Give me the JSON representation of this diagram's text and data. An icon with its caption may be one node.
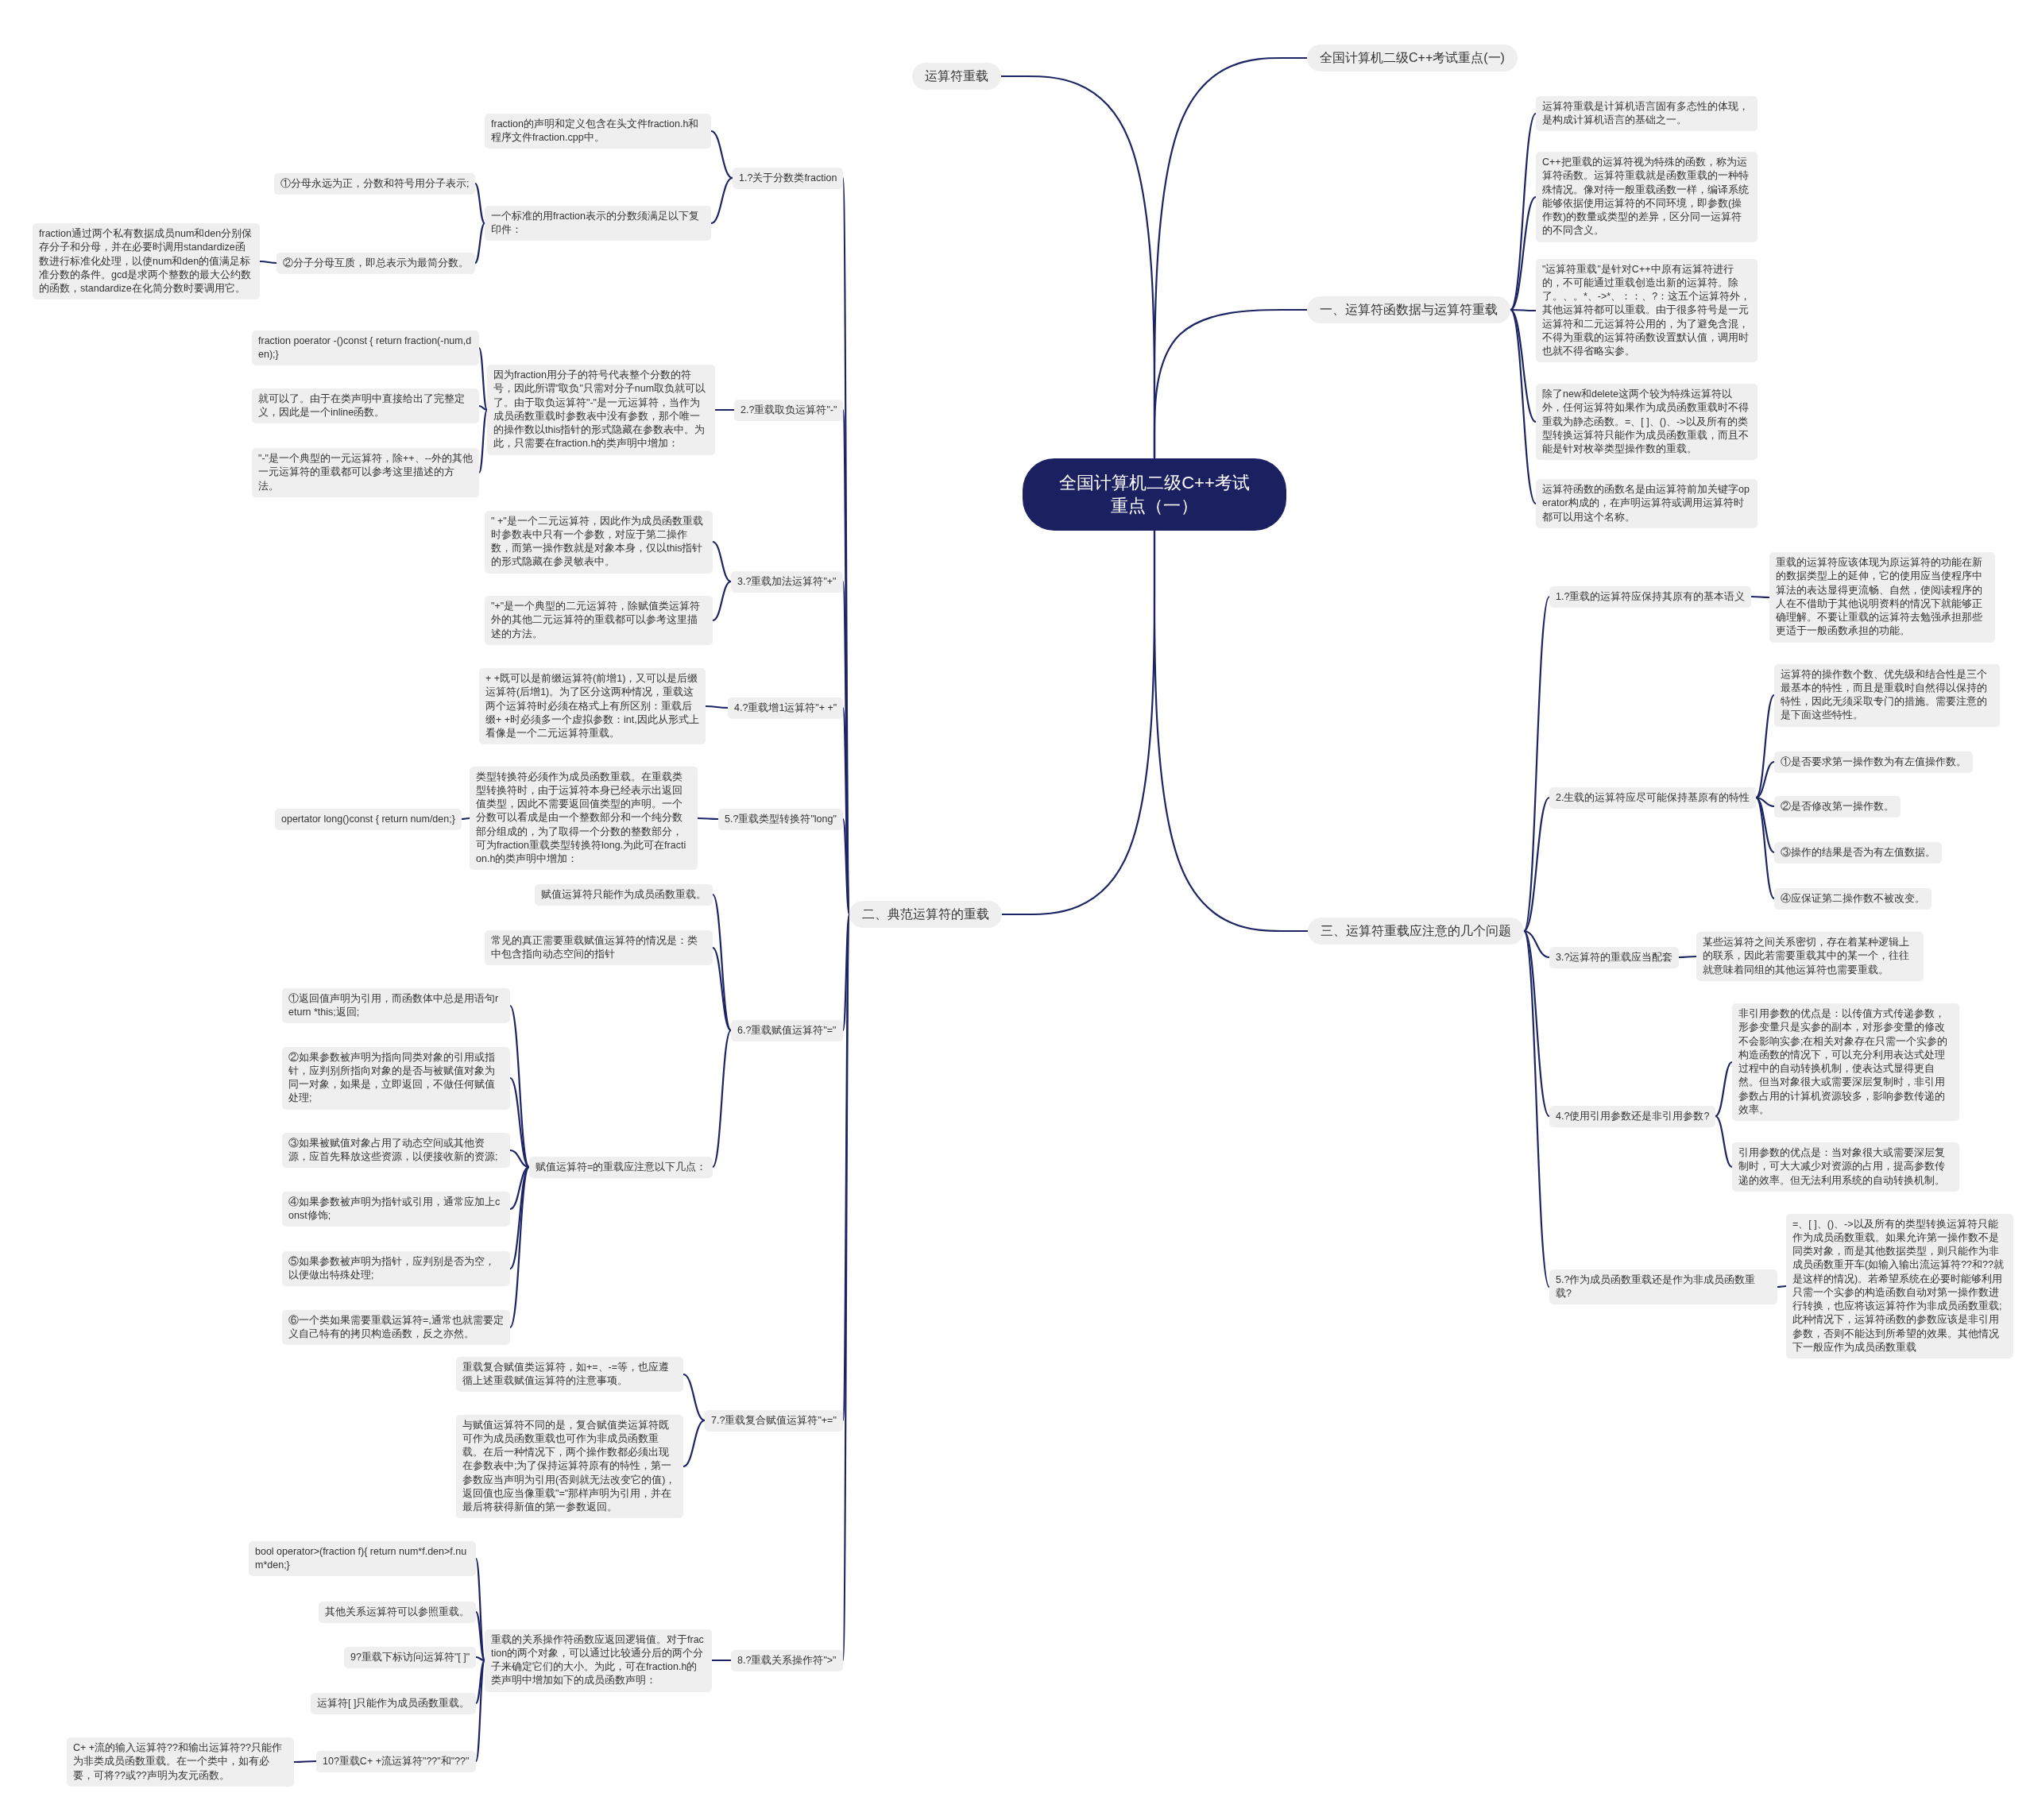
{
  "diagram": {
    "nodes": [
      {
        "text": [
          "全国计算机二级C++考试重点（一）"
        ]
      },
      {
        "text": [
          "运算符重载"
        ]
      },
      {
        "text": [
          "全国计算机二级C++考试重点(一)"
        ]
      },
      {
        "text": [
          "一、运算符函数据与运算符重载"
        ]
      },
      {
        "text": [
          "运算符重载是计算机语言固有多态性的体现，是构成计算机语言的基础之一。"
        ]
      },
      {
        "text": [
          "C++把重载的运算符视为特殊的函数，称为运算符函数。运算符重载就是函数重载的一种特殊情况。像对待一般重载函数一样，编译系统能够依据使用运算符的不同环境，即参数(操作数)的数量或类型的差异，区分同一运算符的不同含义。"
        ]
      },
      {
        "text": [
          "\"运算符重载\"是针对C++中原有运算符进行的，不可能通过重载创造出新的运算符。除了。、。*、->*、：：、?：这五个运算符外，其他运算符都可以重载。由于很多符号是一元运算符和二元运算符公用的，为了避免含混，不得为重载的运算符函数设置默认值，调用时也就不得省略实参。"
        ]
      },
      {
        "text": [
          "除了new和delete这两个较为特殊运算符以外，任何运算符如果作为成员函数重载时不得重载为静态函数。=、[ ]、()、->以及所有的类型转换运算符只能作为成员函数重载，而且不能是针对枚举类型操作数的重载。"
        ]
      },
      {
        "text": [
          "运算符函数的函数名是由运算符前加关键字operator构成的，在声明运算符或调用运算符时都可以用这个名称。"
        ]
      },
      {
        "text": [
          "三、运算符重载应注意的几个问题"
        ]
      },
      {
        "text": [
          "1.?重载的运算符应保持其原有的基本语义"
        ]
      },
      {
        "text": [
          "重载的运算符应该体现为原运算符的功能在新的数据类型上的延伸，它的使用应当使程序中算法的表达显得更流畅、自然，使阅读程序的人在不借助于其他说明资料的情况下就能够正确理解。不要让重载的运算符去勉强承担那些更适于一般函数承担的功能。"
        ]
      },
      {
        "text": [
          "2.生载的运算符应尽可能保持基原有的特性"
        ]
      },
      {
        "text": [
          "运算符的操作数个数、优先级和结合性是三个最基本的特性，而且是重载时自然得以保持的特性，因此无须采取专门的措施。需要注意的是下面这些特性。"
        ]
      },
      {
        "text": [
          "①是否要求第一操作数为有左值操作数。"
        ]
      },
      {
        "text": [
          "②是否修改第一操作数。"
        ]
      },
      {
        "text": [
          "③操作的结果是否为有左值数据。"
        ]
      },
      {
        "text": [
          "④应保证第二操作数不被改变。"
        ]
      },
      {
        "text": [
          "3.?运算符的重载应当配套"
        ]
      },
      {
        "text": [
          "某些运算符之间关系密切，存在着某种逻辑上的联系，因此若需要重载其中的某一个，往往就意味着同组的其他运算符也需要重载。"
        ]
      },
      {
        "text": [
          "4.?使用引用参数还是非引用参数?"
        ]
      },
      {
        "text": [
          "非引用参数的优点是：以传值方式传递参数，形参变量只是实参的副本，对形参变量的修改不会影响实参;在相关对象存在只需一个实参的构造函数的情况下，可以充分利用表达式处理过程中的自动转换机制，使表达式显得更自然。但当对象很大或需要深层复制时，非引用参数占用的计算机资源较多，影响参数传递的效率。"
        ]
      },
      {
        "text": [
          "引用参数的优点是：当对象很大或需要深层复制时，可大大减少对资源的占用，提高参数传递的效率。但无法利用系统的自动转换机制。"
        ]
      },
      {
        "text": [
          "5.?作为成员函数重载还是作为非成员函数重载?"
        ]
      },
      {
        "text": [
          "=、[ ]、()、->以及所有的类型转换运算符只能作为成员函数重载。如果允许第一操作数不是同类对象，而是其他数据类型，则只能作为非成员函数重开车(如输入输出流运算符??和??就是这样的情况)。若希望系统在必要时能够利用只需一个实参的构造函数自动对第一操作数进行转换，也应将该运算符作为非成员函数重载;此种情况下，运算符函数的参数应该是非引用参数，否则不能达到所希望的效果。其他情况下一般应作为成员函数重载"
        ]
      },
      {
        "text": [
          "二、典范运算符的重载"
        ]
      },
      {
        "text": [
          "1.?关于分数类fraction"
        ]
      },
      {
        "text": [
          "fraction的声明和定义包含在头文件fraction.h和程序文件fraction.cpp中。"
        ]
      },
      {
        "text": [
          "一个标准的用fraction表示的分数须满足以下复印件："
        ]
      },
      {
        "text": [
          "①分母永远为正，分数和符号用分子表示;"
        ]
      },
      {
        "text": [
          "②分子分母互质，即总表示为最简分数。"
        ]
      },
      {
        "text": [
          "fraction通过两个私有数据成员num和den分别保存分子和分母，并在必要时调用standardize函数进行标准化处理，以使num和den的值满足标准分数的条件。gcd是求两个整数的最大公约数的函数，standardize在化简分数时要调用它。"
        ]
      },
      {
        "text": [
          "2.?重载取负运算符\"-\""
        ]
      },
      {
        "text": [
          "因为fraction用分子的符号代表整个分数的符号，因此所谓\"取负\"只需对分子num取负就可以了。由于取负运算符\"-\"是一元运算符，当作为成员函数重载时参数表中没有参数，那个唯一的操作数以this指针的形式隐藏在参数表中。为此，只需要在fraction.h的类声明中增加："
        ]
      },
      {
        "text": [
          "fraction poerator -()const { return fraction(-num,den);}"
        ]
      },
      {
        "text": [
          "就可以了。由于在类声明中直接给出了完整定义，因此是一个inline函数。"
        ]
      },
      {
        "text": [
          "\"-\"是一个典型的一元运算符，除++、--外的其他一元运算符的重载都可以参考这里描述的方法。"
        ]
      },
      {
        "text": [
          "3.?重载加法运算符\"+\""
        ]
      },
      {
        "text": [
          "\" +\"是一个二元运算符，因此作为成员函数重载时参数表中只有一个参数，对应于第二操作数，而第一操作数就是对象本身，仅以this指针的形式隐藏在参灵敏表中。"
        ]
      },
      {
        "text": [
          "\"+\"是一个典型的二元运算符，除赋值类运算符外的其他二元运算符的重载都可以参考这里描述的方法。"
        ]
      },
      {
        "text": [
          "4.?重载增1运算符\"+ +\""
        ]
      },
      {
        "text": [
          "+ +既可以是前缀运算符(前增1)，又可以是后缀运算符(后增1)。为了区分这两种情况，重载这两个运算符时必须在格式上有所区别：重载后缀+ +时必须多一个虚拟参数：int,因此从形式上看像是一个二元运算符重载。"
        ]
      },
      {
        "text": [
          "5.?重载类型转换符\"long\""
        ]
      },
      {
        "text": [
          "类型转换符必须作为成员函数重载。在重载类型转换符时，由于运算符本身已经表示出返回值类型，因此不需要返回值类型的声明。一个分数可以看成是由一个整数部分和一个纯分数部分组成的，为了取得一个分数的整数部分，可为fraction重载类型转换符long.为此可在fraction.h的类声明中增加："
        ]
      },
      {
        "text": [
          "opertator long()const { return num/den;}"
        ]
      },
      {
        "text": [
          "6.?重载赋值运算符\"=\""
        ]
      },
      {
        "text": [
          "赋值运算符只能作为成员函数重载。"
        ]
      },
      {
        "text": [
          "常见的真正需要重载赋值运算符的情况是：类中包含指向动态空间的指针"
        ]
      },
      {
        "text": [
          "赋值运算符=的重载应注意以下几点："
        ]
      },
      {
        "text": [
          "①返回值声明为引用，而函数体中总是用语句return *this;返回;"
        ]
      },
      {
        "text": [
          "②如果参数被声明为指向同类对象的引用或指针，应判别所指向对象的是否与被赋值对象为同一对象，如果是，立即返回，不做任何赋值处理;"
        ]
      },
      {
        "text": [
          "③如果被赋值对象占用了动态空间或其他资源，应首先释放这些资源，以便接收新的资源;"
        ]
      },
      {
        "text": [
          "④如果参数被声明为指针或引用，通常应加上const修饰;"
        ]
      },
      {
        "text": [
          "⑤如果参数被声明为指针，应判别是否为空，以便做出特殊处理;"
        ]
      },
      {
        "text": [
          "⑥一个类如果需要重载运算符=,通常也就需要定义自己特有的拷贝构造函数，反之亦然。"
        ]
      },
      {
        "text": [
          "7.?重载复合赋值运算符\"+=\""
        ]
      },
      {
        "text": [
          "重载复合赋值类运算符，如+=、-=等，也应遵循上述重载赋值运算符的注意事项。"
        ]
      },
      {
        "text": [
          "与赋值运算符不同的是，复合赋值类运算符既可作为成员函数重载也可作为非成员函数重载。在后一种情况下，两个操作数都必须出现在参数表中;为了保持运算符原有的特性，第一参数应当声明为引用(否则就无法改变它的值)，返回值也应当像重载\"=\"那样声明为引用，并在最后将获得新值的第一参数返回。"
        ]
      },
      {
        "text": [
          "8.?重载关系操作符\">\""
        ]
      },
      {
        "text": [
          "重载的关系操作符函数应返回逻辑值。对于fraction的两个对象，可以通过比较通分后的两个分子来确定它们的大小。为此，可在fraction.h的类声明中增加如下的成员函数声明："
        ]
      },
      {
        "text": [
          "bool operator>(fraction f){ return num*f.den>f.num*den;}"
        ]
      },
      {
        "text": [
          "其他关系运算符可以参照重载。"
        ]
      },
      {
        "text": [
          "9?重载下标访问运算符\"[ ]\""
        ]
      },
      {
        "text": [
          "运算符[ ]只能作为成员函数重载。"
        ]
      },
      {
        "text": [
          "10?重载C+ +流运算符\"??\"和\"??\""
        ]
      },
      {
        "text": [
          "C+ +流的输入运算符??和输出运算符??只能作为非类成员函数重载。在一个类中，如有必要，可将??或??声明为友元函数。"
        ]
      }
    ],
    "edges": [
      {
        "from": 0,
        "to": 1,
        "arrow": "none"
      },
      {
        "from": 0,
        "to": 2,
        "arrow": "none"
      },
      {
        "from": 0,
        "to": 3,
        "arrow": "none"
      },
      {
        "from": 3,
        "to": 4,
        "arrow": "none"
      },
      {
        "from": 3,
        "to": 5,
        "arrow": "none"
      },
      {
        "from": 3,
        "to": 6,
        "arrow": "none"
      },
      {
        "from": 3,
        "to": 7,
        "arrow": "none"
      },
      {
        "from": 3,
        "to": 8,
        "arrow": "none"
      },
      {
        "from": 0,
        "to": 9,
        "arrow": "none"
      },
      {
        "from": 9,
        "to": 10,
        "arrow": "none"
      },
      {
        "from": 10,
        "to": 11,
        "arrow": "none"
      },
      {
        "from": 9,
        "to": 12,
        "arrow": "none"
      },
      {
        "from": 12,
        "to": 13,
        "arrow": "none"
      },
      {
        "from": 12,
        "to": 14,
        "arrow": "none"
      },
      {
        "from": 12,
        "to": 15,
        "arrow": "none"
      },
      {
        "from": 12,
        "to": 16,
        "arrow": "none"
      },
      {
        "from": 12,
        "to": 17,
        "arrow": "none"
      },
      {
        "from": 9,
        "to": 18,
        "arrow": "none"
      },
      {
        "from": 18,
        "to": 19,
        "arrow": "none"
      },
      {
        "from": 9,
        "to": 20,
        "arrow": "none"
      },
      {
        "from": 20,
        "to": 21,
        "arrow": "none"
      },
      {
        "from": 20,
        "to": 22,
        "arrow": "none"
      },
      {
        "from": 9,
        "to": 23,
        "arrow": "none"
      },
      {
        "from": 23,
        "to": 24,
        "arrow": "none"
      },
      {
        "from": 0,
        "to": 25,
        "arrow": "none"
      },
      {
        "from": 25,
        "to": 26,
        "arrow": "none"
      },
      {
        "from": 26,
        "to": 27,
        "arrow": "none"
      },
      {
        "from": 26,
        "to": 28,
        "arrow": "none"
      },
      {
        "from": 28,
        "to": 29,
        "arrow": "none"
      },
      {
        "from": 28,
        "to": 30,
        "arrow": "none"
      },
      {
        "from": 30,
        "to": 31,
        "arrow": "none"
      },
      {
        "from": 25,
        "to": 32,
        "arrow": "none"
      },
      {
        "from": 32,
        "to": 33,
        "arrow": "none"
      },
      {
        "from": 33,
        "to": 34,
        "arrow": "none"
      },
      {
        "from": 33,
        "to": 35,
        "arrow": "none"
      },
      {
        "from": 33,
        "to": 36,
        "arrow": "none"
      },
      {
        "from": 25,
        "to": 37,
        "arrow": "none"
      },
      {
        "from": 37,
        "to": 38,
        "arrow": "none"
      },
      {
        "from": 37,
        "to": 39,
        "arrow": "none"
      },
      {
        "from": 25,
        "to": 40,
        "arrow": "none"
      },
      {
        "from": 40,
        "to": 41,
        "arrow": "none"
      },
      {
        "from": 25,
        "to": 42,
        "arrow": "none"
      },
      {
        "from": 42,
        "to": 43,
        "arrow": "none"
      },
      {
        "from": 43,
        "to": 44,
        "arrow": "none"
      },
      {
        "from": 25,
        "to": 45,
        "arrow": "none"
      },
      {
        "from": 45,
        "to": 46,
        "arrow": "none"
      },
      {
        "from": 45,
        "to": 47,
        "arrow": "none"
      },
      {
        "from": 45,
        "to": 48,
        "arrow": "none"
      },
      {
        "from": 48,
        "to": 49,
        "arrow": "none"
      },
      {
        "from": 48,
        "to": 50,
        "arrow": "none"
      },
      {
        "from": 48,
        "to": 51,
        "arrow": "none"
      },
      {
        "from": 48,
        "to": 52,
        "arrow": "none"
      },
      {
        "from": 48,
        "to": 53,
        "arrow": "none"
      },
      {
        "from": 48,
        "to": 54,
        "arrow": "none"
      },
      {
        "from": 25,
        "to": 55,
        "arrow": "none"
      },
      {
        "from": 55,
        "to": 56,
        "arrow": "none"
      },
      {
        "from": 55,
        "to": 57,
        "arrow": "none"
      },
      {
        "from": 25,
        "to": 58,
        "arrow": "none"
      },
      {
        "from": 58,
        "to": 59,
        "arrow": "none"
      },
      {
        "from": 59,
        "to": 60,
        "arrow": "none"
      },
      {
        "from": 59,
        "to": 61,
        "arrow": "none"
      },
      {
        "from": 59,
        "to": 62,
        "arrow": "none"
      },
      {
        "from": 59,
        "to": 63,
        "arrow": "none"
      },
      {
        "from": 59,
        "to": 64,
        "arrow": "none"
      },
      {
        "from": 64,
        "to": 65,
        "arrow": "none"
      }
    ]
  }
}
